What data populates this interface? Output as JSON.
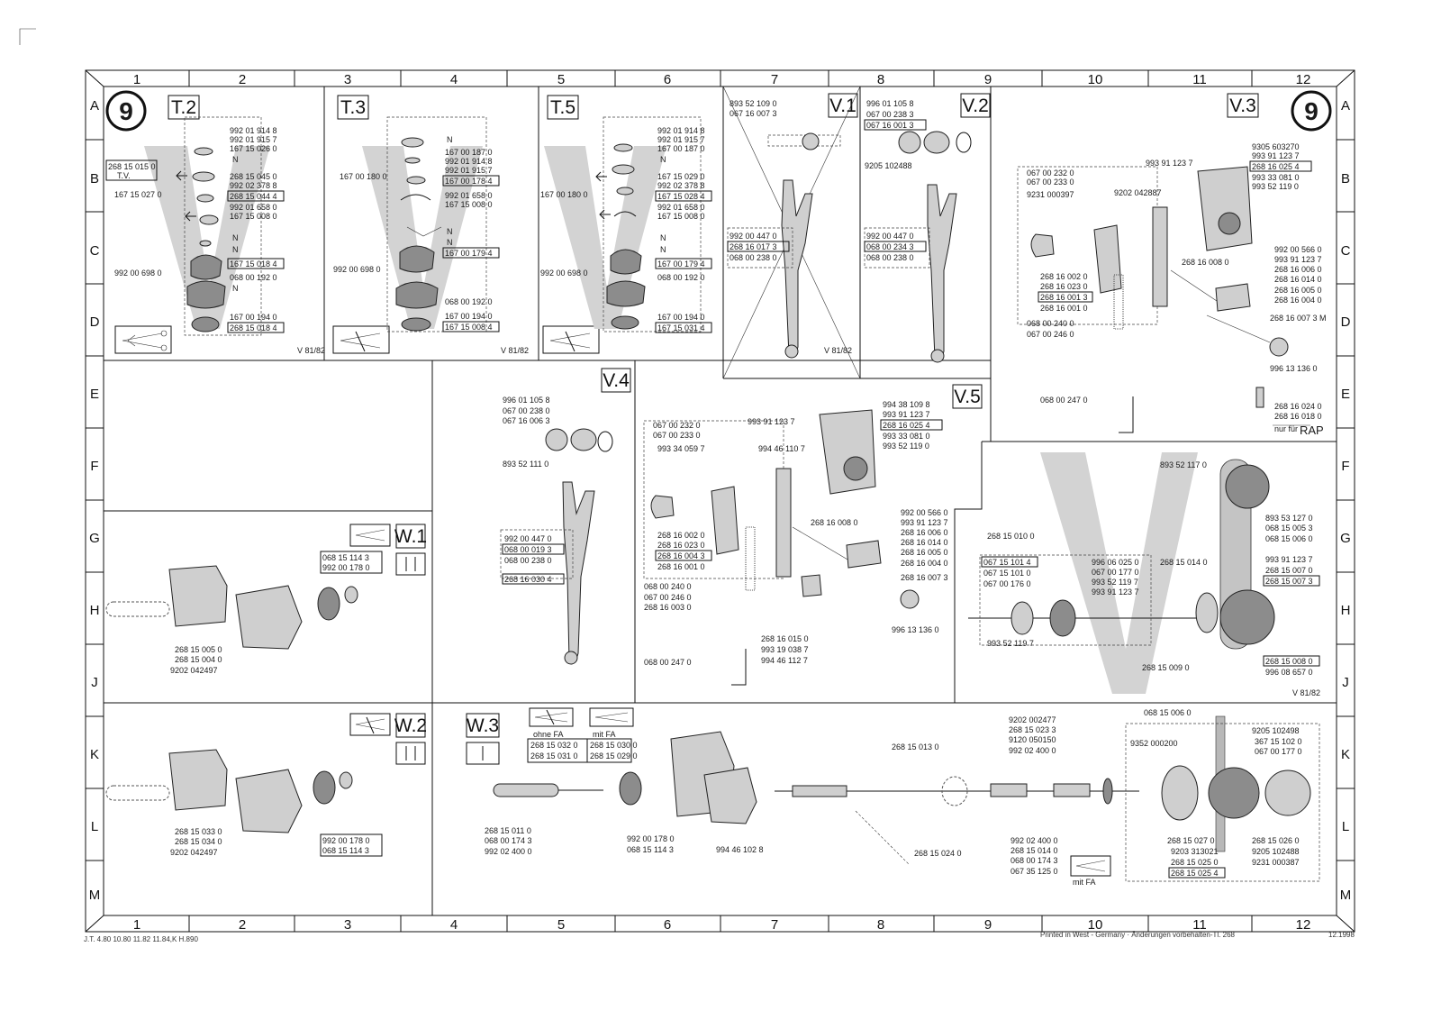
{
  "sheet_number": "9",
  "columns": [
    "1",
    "2",
    "3",
    "4",
    "5",
    "6",
    "7",
    "8",
    "9",
    "10",
    "11",
    "12"
  ],
  "rows": [
    "A",
    "B",
    "C",
    "D",
    "E",
    "F",
    "G",
    "H",
    "J",
    "K",
    "L",
    "M"
  ],
  "footer": {
    "left": "J.T. 4.80   10.80   11.82   11.84,K H.890",
    "right": "Printed in West - Germany · Änderungen vorbehalten-Tl. 268",
    "date": "12.1998"
  },
  "panels": {
    "T2": {
      "label": "T.2",
      "version": "V 81/82",
      "parts": [
        "992 01 914 8",
        "992 01 915 7",
        "167 15 026 0",
        "N",
        "268 15 045 0",
        "992 02 378 8",
        "268 15 044 4",
        "992 01 658 0",
        "167 15 008 0",
        "N",
        "N",
        "167 15 018 4",
        "068 00 192 0",
        "N",
        "167 00 194 0",
        "268 15 018 4"
      ],
      "left_parts": [
        "268 15 015 0",
        "T.V.",
        "167 15 027 0",
        "992 00 698 0"
      ]
    },
    "T3": {
      "label": "T.3",
      "parts": [
        "N",
        "167 00 187 0",
        "992 01 914 8",
        "992 01 915 7",
        "167 00 178 4",
        "992 01 658 0",
        "167 15 008 0",
        "N",
        "N",
        "167 00 179 4",
        "068 00 192 0",
        "167 00 194 0",
        "167 15 008 4"
      ],
      "left_parts": [
        "167 00 180 0",
        "992 00 698 0"
      ]
    },
    "T5": {
      "label": "T.5",
      "version": "V 81/82",
      "parts": [
        "992 01 914 8",
        "992 01 915 7",
        "167 00 187 0",
        "N",
        "167 15 029 0",
        "992 02 378 8",
        "167 15 028 4",
        "992 01 658 0",
        "167 15 008 0",
        "N",
        "N",
        "167 00 179 4",
        "068 00 192 0",
        "167 00 194 0",
        "167 15 031 4"
      ],
      "left_parts": [
        "167 00 180 0",
        "992 00 698 0"
      ]
    },
    "V1": {
      "label": "V.1",
      "version": "V 81/82",
      "parts": [
        "893 52 109 0",
        "067 16 007 3",
        "992 00 447 0",
        "268 16 017 3",
        "068 00 238 0"
      ]
    },
    "V2": {
      "label": "V.2",
      "parts": [
        "996 01 105 8",
        "067 00 238 3",
        "067 16 001 3",
        "9205 102488",
        "992 00 447 0",
        "068 00 234 3",
        "068 00 238 0"
      ]
    },
    "V3": {
      "label": "V.3",
      "note": "nur für",
      "note2": "RAP",
      "parts": [
        "9305 603270",
        "993 91 123 7",
        "268 16 025 4",
        "993 33 081 0",
        "993 52 119 0",
        "067 00 232 0",
        "067 00 233 0",
        "9231 000397",
        "9202 042887",
        "993 91 123 7",
        "992 00 566 0",
        "993 91 123 7",
        "268 16 006 0",
        "268 16 014 0",
        "268 16 005 0",
        "268 16 004 0",
        "268 16 008 0",
        "268 16 002 0",
        "268 16 023 0",
        "268 16 001 3",
        "268 16 001 0",
        "068 00 240 0",
        "067 00 246 0",
        "268 16 007 3 M",
        "996 13 136 0",
        "268 16 024 0",
        "268 16 018 0",
        "068 00 247 0"
      ]
    },
    "V4": {
      "label": "V.4",
      "parts": [
        "996 01 105 8",
        "067 00 238 0",
        "067 16 006 3",
        "893 52 111 0",
        "992 00 447 0",
        "068 00 019 3",
        "068 00 238 0",
        "268 16 030 4"
      ]
    },
    "V5": {
      "label": "V.5",
      "parts": [
        "994 38 109 8",
        "993 91 123 7",
        "268 16 025 4",
        "993 33 081 0",
        "993 52 119 0",
        "067 00 232 0",
        "067 00 233 0",
        "993 91 123 7",
        "993 34 059 7",
        "994 46 110 7",
        "992 00 566 0",
        "993 91 123 7",
        "268 16 006 0",
        "268 16 014 0",
        "268 16 005 0",
        "268 16 004 0",
        "268 16 007 3",
        "268 16 008 0",
        "268 16 002 0",
        "268 16 023 0",
        "268 16 004 3",
        "268 16 001 0",
        "068 00 240 0",
        "067 00 246 0",
        "268 16 003 0",
        "268 16 015 0",
        "993 19 038 7",
        "994 46 112 7",
        "996 13 136 0",
        "068 00 247 0"
      ]
    },
    "W1": {
      "label": "W.1",
      "parts": [
        "068 15 114 3",
        "992 00 178 0",
        "268 15 005 0",
        "268 15 004 0",
        "9202 042497"
      ]
    },
    "W2": {
      "label": "W.2",
      "parts": [
        "268 15 033 0",
        "268 15 034 0",
        "9202 042497",
        "992 00 178 0",
        "068 15 114 3"
      ]
    },
    "W3": {
      "label": "W.3",
      "ohne": "ohne FA",
      "mit": "mit FA",
      "mitfa": "mit FA",
      "parts": [
        "268 15 032 0",
        "268 15 031 0",
        "268 15 030 0",
        "268 15 029 0",
        "268 15 011 0",
        "068 00 174 3",
        "992 02 400 0",
        "992 00 178 0",
        "068 15 114 3",
        "994 46 102 8",
        "268 15 013 0",
        "268 15 024 0",
        "9202 002477",
        "268 15 023 3",
        "9120 050150",
        "992 02 400 0",
        "992 02 400 0",
        "268 15 014 0",
        "068 00 174 3",
        "067 35 125 0",
        "068 15 006 0",
        "9352 000200",
        "9205 102498",
        "367 15 102 0",
        "067 00 177 0",
        "268 15 027 0",
        "9203 313021",
        "268 15 025 0",
        "268 15 025 4",
        "268 15 026 0",
        "9205 102488",
        "9231 000387"
      ]
    },
    "gear_assembly": {
      "version": "V 81/82",
      "parts": [
        "893 52 117 0",
        "268 15 010 0",
        "893 53 127 0",
        "068 15 005 3",
        "068 15 006 0",
        "067 15 101 4",
        "067 15 101 0",
        "067 00 176 0",
        "996 06 025 0",
        "067 00 177 0",
        "993 52 119 7",
        "993 91 123 7",
        "268 15 014 0",
        "993 91 123 7",
        "268 15 007 0",
        "268 15 007 3",
        "993 52 119 7",
        "268 15 009 0",
        "268 15 008 0",
        "996 08 657 0"
      ]
    }
  }
}
